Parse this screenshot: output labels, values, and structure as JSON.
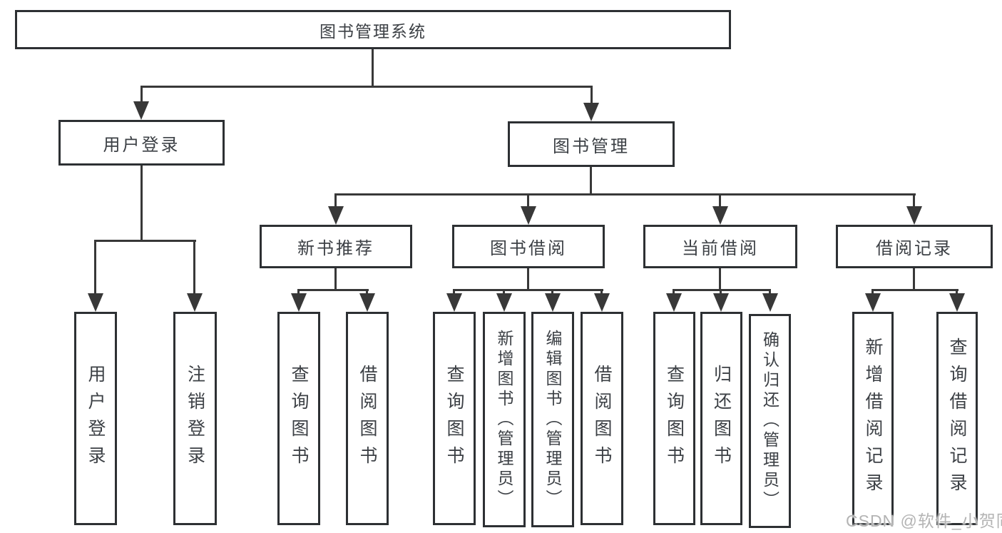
{
  "tree": {
    "label": "图书管理系统",
    "children": [
      {
        "label": "用户登录",
        "children": [
          {
            "label": "用户登录"
          },
          {
            "label": "注销登录"
          }
        ]
      },
      {
        "label": "图书管理",
        "children": [
          {
            "label": "新书推荐",
            "children": [
              {
                "label": "查询图书"
              },
              {
                "label": "借阅图书"
              }
            ]
          },
          {
            "label": "图书借阅",
            "children": [
              {
                "label": "查询图书"
              },
              {
                "label": "新增图书（管理员）"
              },
              {
                "label": "编辑图书（管理员）"
              },
              {
                "label": "借阅图书"
              }
            ]
          },
          {
            "label": "当前借阅",
            "children": [
              {
                "label": "查询图书"
              },
              {
                "label": "归还图书"
              },
              {
                "label": "确认归还（管理员）"
              }
            ]
          },
          {
            "label": "借阅记录",
            "children": [
              {
                "label": "新增借阅记录"
              },
              {
                "label": "查询借阅记录"
              }
            ]
          }
        ]
      }
    ]
  },
  "watermark": {
    "text": "CSDN @软件_小贺同学"
  },
  "colors": {
    "line": "#383838",
    "border": "#2d3033",
    "text": "#3c4045",
    "watermark": "#b4b4b4",
    "background": "#ffffff"
  }
}
